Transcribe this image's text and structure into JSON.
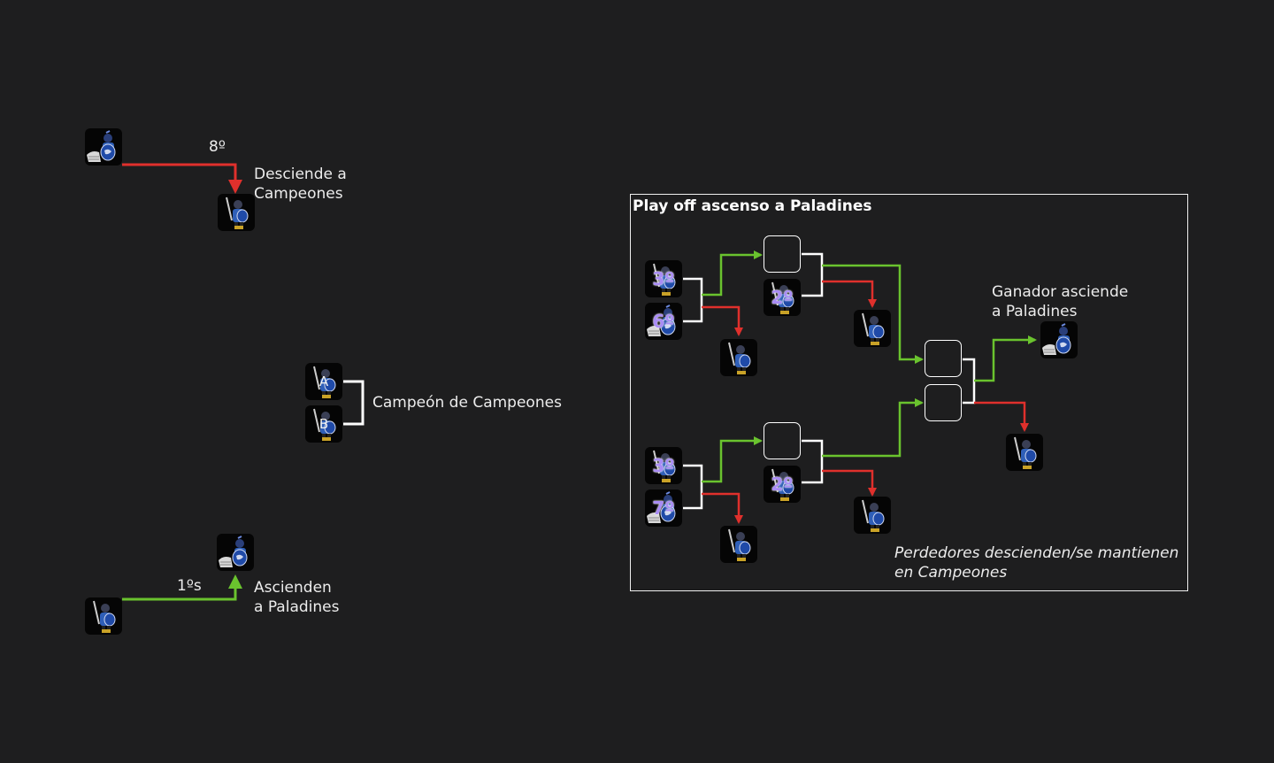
{
  "labels": {
    "rank_8": "8º",
    "relegation": "Desciende a\nCampeones",
    "champion_of_champions": "Campeón de Campeones",
    "rank_1s": "1ºs",
    "promotion": "Ascienden\na Paladines"
  },
  "playoff": {
    "title": "Play off ascenso a Paladines",
    "winner_text": "Ganador asciende\na Paladines",
    "losers_text": "Perdedores descienden/se mantienen\nen Campeones"
  },
  "badges": {
    "r3a": "3º",
    "r6": "6º",
    "r2a": "2º",
    "r3b": "3º",
    "r7": "7º",
    "r2b": "2º"
  },
  "letters": {
    "a": "A",
    "b": "B"
  },
  "colors": {
    "background": "#1e1e1f",
    "win_arrow": "#6ac32e",
    "lose_arrow": "#e0302c",
    "bracket": "#ffffff",
    "rank_badge": "#a98cf5"
  },
  "icons": [
    "paladin-icon",
    "champion-icon"
  ]
}
